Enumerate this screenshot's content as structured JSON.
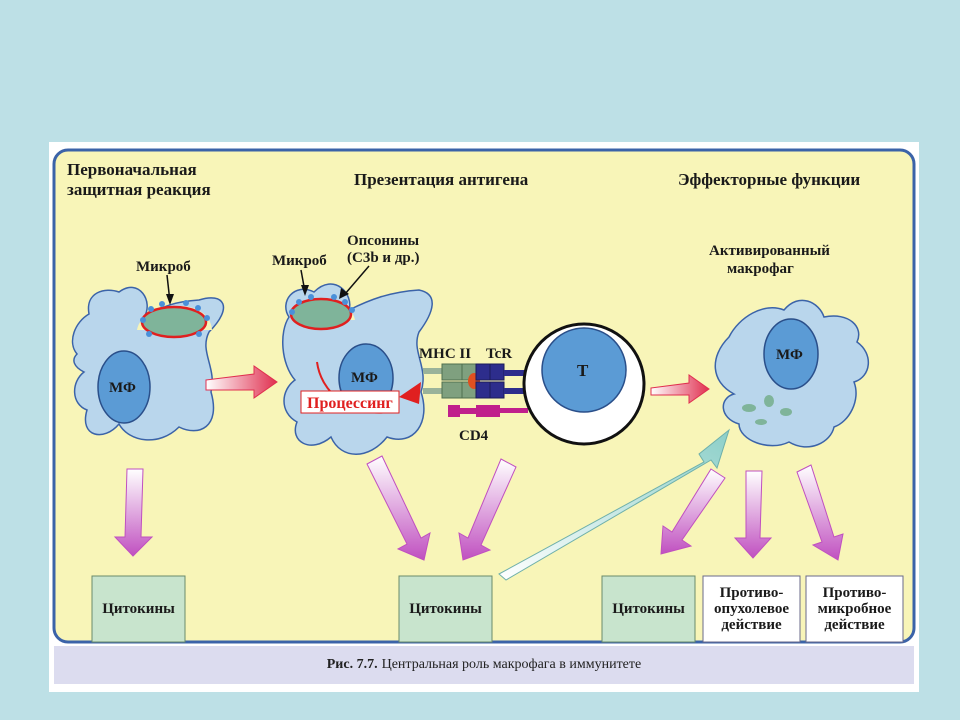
{
  "headers": {
    "col1": [
      "Первоначальная",
      "защитная реакция"
    ],
    "col2": "Презентация антигена",
    "col3": "Эффекторные функции"
  },
  "labels": {
    "microbe1": "Микроб",
    "microbe2": "Микроб",
    "opsonins": [
      "Опсонины",
      "(C3b и др.)"
    ],
    "activated": [
      "Активированный",
      "макрофаг"
    ],
    "mf": "МФ",
    "t_cell": "T",
    "mhc": "MHC II",
    "tcr": "TcR",
    "cd4": "CD4",
    "processing": "Процессинг"
  },
  "boxes": {
    "cytokines1": "Цитокины",
    "cytokines2": "Цитокины",
    "cytokines3": "Цитокины",
    "antitumor": [
      "Противо-",
      "опухолевое",
      "действие"
    ],
    "antimicrobial": [
      "Противо-",
      "микробное",
      "действие"
    ]
  },
  "caption": {
    "label": "Рис. 7.7.",
    "text": "Центральная роль макрофага в иммунитете"
  },
  "colors": {
    "panel": "#f8f5b8",
    "cell": "#b9d6ec",
    "nucleus": "#5b9bd5",
    "box": "#c8e4cd",
    "arrow": "#c060c8"
  }
}
